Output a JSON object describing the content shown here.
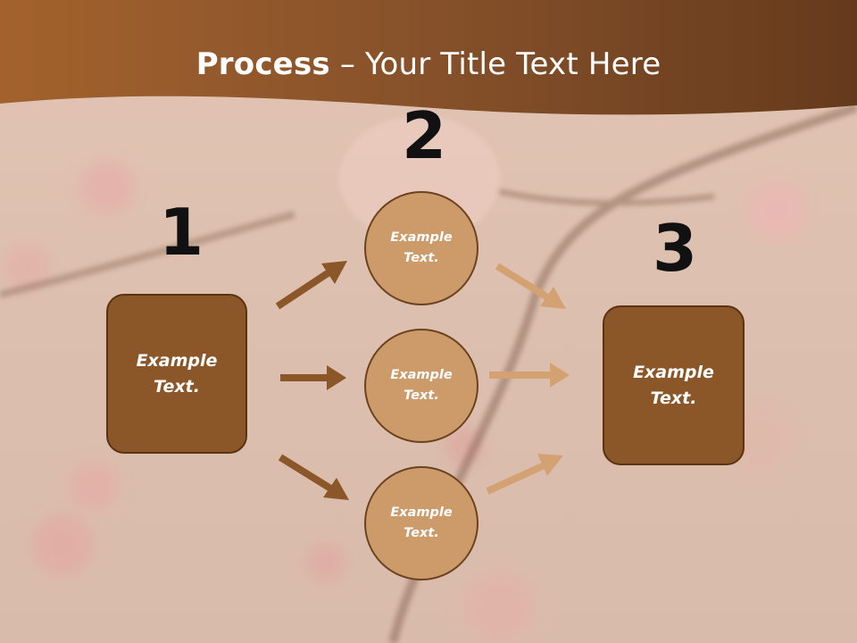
{
  "slide": {
    "title_bold": "Process",
    "title_rest": " – Your Title Text Here"
  },
  "steps": {
    "one": {
      "number": "1",
      "label": "Example\nText."
    },
    "two": {
      "number": "2",
      "items": [
        {
          "label": "Example\nText."
        },
        {
          "label": "Example\nText."
        },
        {
          "label": "Example\nText."
        }
      ]
    },
    "three": {
      "number": "3",
      "label": "Example\nText."
    }
  },
  "colors": {
    "header": "#8a5428",
    "box_fill": "#8b5628",
    "circle_fill": "#cd9a6a",
    "arrow_dark": "#8b5628",
    "arrow_light": "#d4a272",
    "number_text": "#111111"
  }
}
